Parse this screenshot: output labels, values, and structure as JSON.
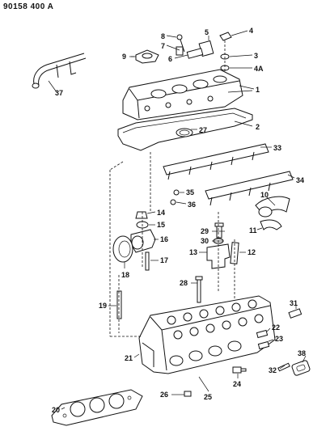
{
  "document_id": "90158 400 A",
  "callouts": [
    "1",
    "2",
    "3",
    "4",
    "4A",
    "5",
    "6",
    "7",
    "8",
    "9",
    "10",
    "11",
    "12",
    "13",
    "14",
    "15",
    "16",
    "17",
    "18",
    "19",
    "20",
    "21",
    "22",
    "23",
    "24",
    "25",
    "26",
    "27",
    "28",
    "29",
    "30",
    "31",
    "32",
    "33",
    "34",
    "35",
    "36",
    "37",
    "38"
  ]
}
